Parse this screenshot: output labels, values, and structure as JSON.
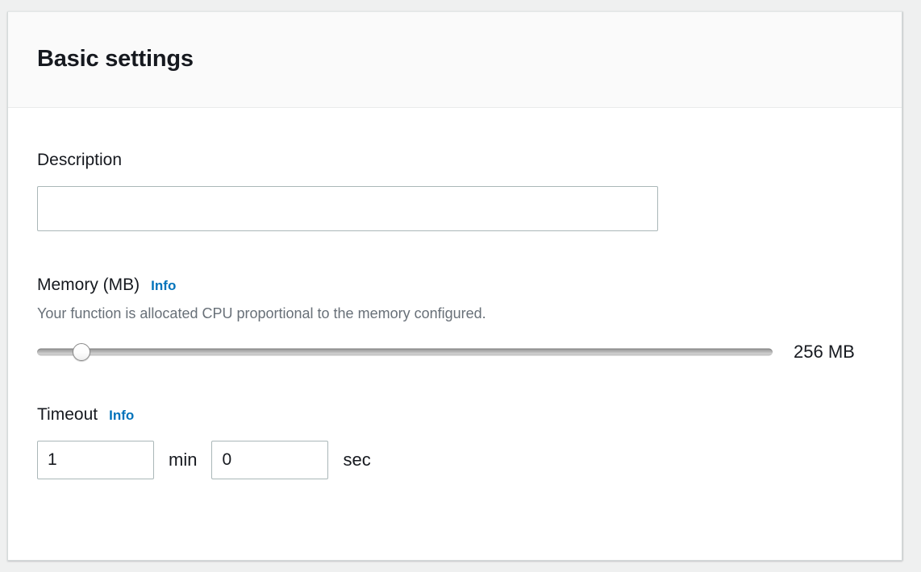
{
  "panel": {
    "title": "Basic settings"
  },
  "description": {
    "label": "Description",
    "value": "",
    "placeholder": ""
  },
  "memory": {
    "label": "Memory (MB)",
    "info_label": "Info",
    "help_text": "Your function is allocated CPU proportional to the memory configured.",
    "value_text": "256 MB",
    "value": 256,
    "min": 128,
    "max": 10240,
    "thumb_percent": 6.0
  },
  "timeout": {
    "label": "Timeout",
    "info_label": "Info",
    "minutes_value": "1",
    "minutes_unit": "min",
    "seconds_value": "0",
    "seconds_unit": "sec"
  },
  "colors": {
    "page_background": "#eff0f0",
    "card_background": "#ffffff",
    "header_background": "#fafafa",
    "card_border": "#d5dbdb",
    "text_primary": "#16191f",
    "text_secondary": "#687078",
    "link_blue": "#0073bb",
    "input_border": "#aab7b8",
    "slider_track": "#b5b5b5"
  }
}
